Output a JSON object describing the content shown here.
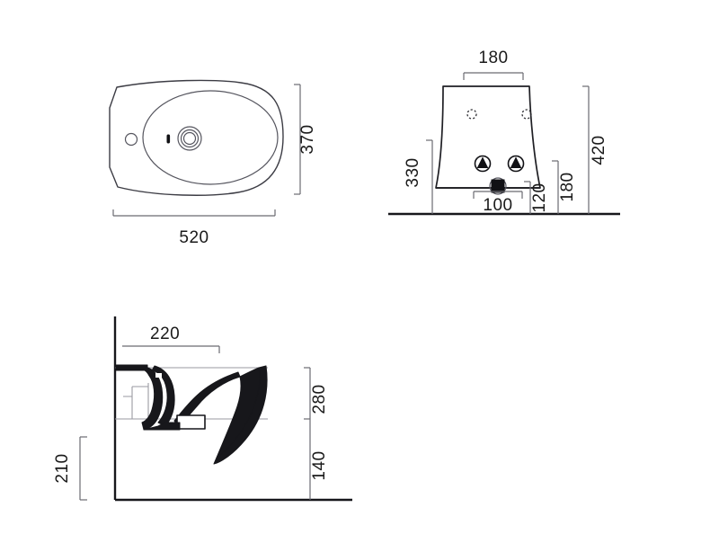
{
  "drawing": {
    "title": "Wall-hung bidet dimensional drawing",
    "units": "mm",
    "background_color": "#ffffff",
    "line_color": "#3c3c44",
    "dimension_color": "#6a6a72",
    "text_color": "#1a1a1a"
  },
  "views": {
    "top": {
      "name": "top-view",
      "dimensions": {
        "width_label": "520",
        "depth_label": "370"
      },
      "features": [
        {
          "name": "drain-outlet",
          "type": "concentric-circles"
        },
        {
          "name": "overflow-hole",
          "type": "small-circle"
        },
        {
          "name": "slot-mark",
          "type": "slot"
        }
      ]
    },
    "front": {
      "name": "front-view",
      "dimensions": {
        "top_width_label": "180",
        "outlet_width_label": "100",
        "height_label": "330",
        "overall_height_label": "420",
        "mid_height_label": "180",
        "low_height_label": "120"
      },
      "features": [
        {
          "name": "fixing-hole-left",
          "type": "dashed-circle"
        },
        {
          "name": "fixing-hole-right",
          "type": "dashed-circle"
        },
        {
          "name": "valve-symbol-left",
          "type": "triangle-in-circle"
        },
        {
          "name": "valve-symbol-right",
          "type": "triangle-in-circle"
        },
        {
          "name": "waste-outlet",
          "type": "filled-square"
        }
      ]
    },
    "side": {
      "name": "side-view",
      "dimensions": {
        "projection_label": "220",
        "bowl_height_label": "280",
        "lower_height_label": "140",
        "floor_clearance_label": "210"
      },
      "features": [
        {
          "name": "wall-bracket",
          "type": "bracket"
        },
        {
          "name": "bowl-profile",
          "type": "section-profile"
        },
        {
          "name": "trap-section",
          "type": "section"
        }
      ]
    }
  },
  "labels": {
    "top_width": "520",
    "top_depth": "370",
    "front_top_width": "180",
    "front_outlet_width": "100",
    "front_height_330": "330",
    "front_height_420": "420",
    "front_height_180": "180",
    "front_height_120": "120",
    "side_projection": "220",
    "side_height_280": "280",
    "side_height_140": "140",
    "side_height_210": "210"
  }
}
